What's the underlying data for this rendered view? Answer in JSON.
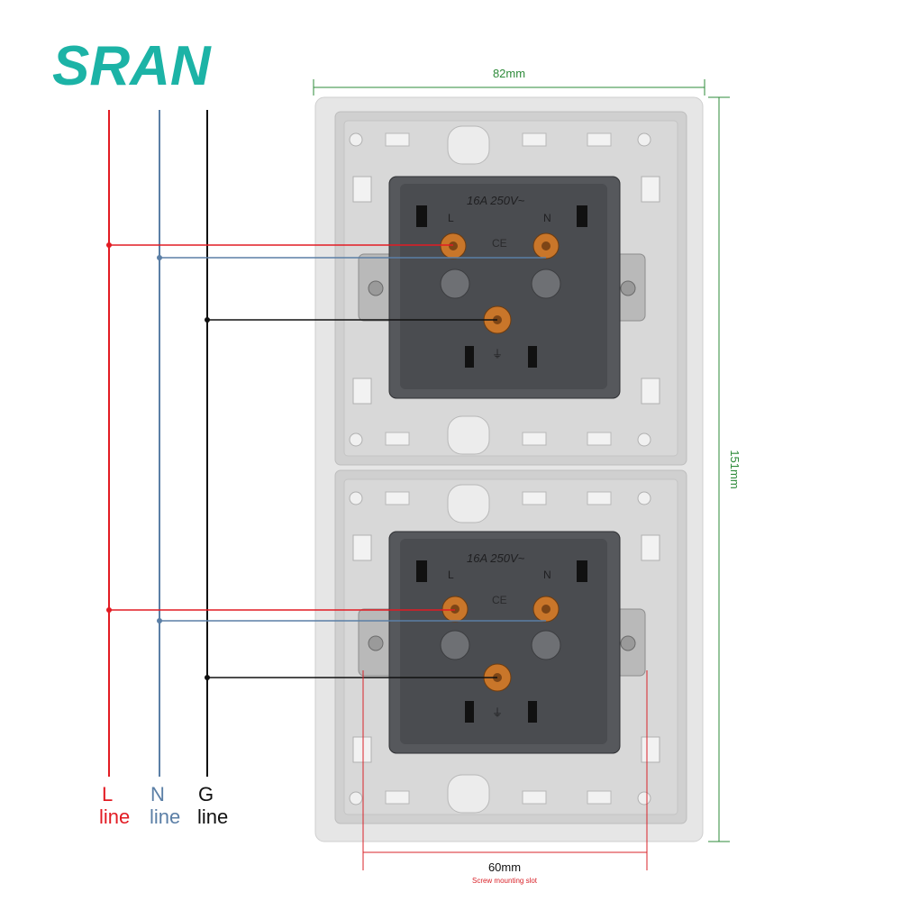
{
  "brand": {
    "logo": "SRAN",
    "color": "#1cb3a6"
  },
  "dimensions": {
    "width_top": "82mm",
    "height_side": "151mm",
    "width_bottom": "60mm",
    "bottom_caption": "Screw mounting slot",
    "line_color": "#2e8b3a",
    "slot_line_color": "#d9232a"
  },
  "wires": [
    {
      "id": "L",
      "letter": "L",
      "word": "line",
      "color": "#e21b23"
    },
    {
      "id": "N",
      "letter": "N",
      "word": "line",
      "color": "#5b7fa6"
    },
    {
      "id": "G",
      "letter": "G",
      "word": "line",
      "color": "#111111"
    }
  ],
  "sockets": [
    {
      "rating": "16A 250V~",
      "pin_left": "L",
      "pin_right": "N",
      "mark": "CE",
      "earth_mark": "⏚"
    },
    {
      "rating": "16A 250V~",
      "pin_left": "L",
      "pin_right": "N",
      "mark": "CE",
      "earth_mark": "⏚"
    }
  ],
  "colors": {
    "plate": "#dedede",
    "frame": "#c9c9c9",
    "socket_body": "#4a4c50",
    "socket_top": "#5a5c60",
    "brass": "#c9762a"
  }
}
